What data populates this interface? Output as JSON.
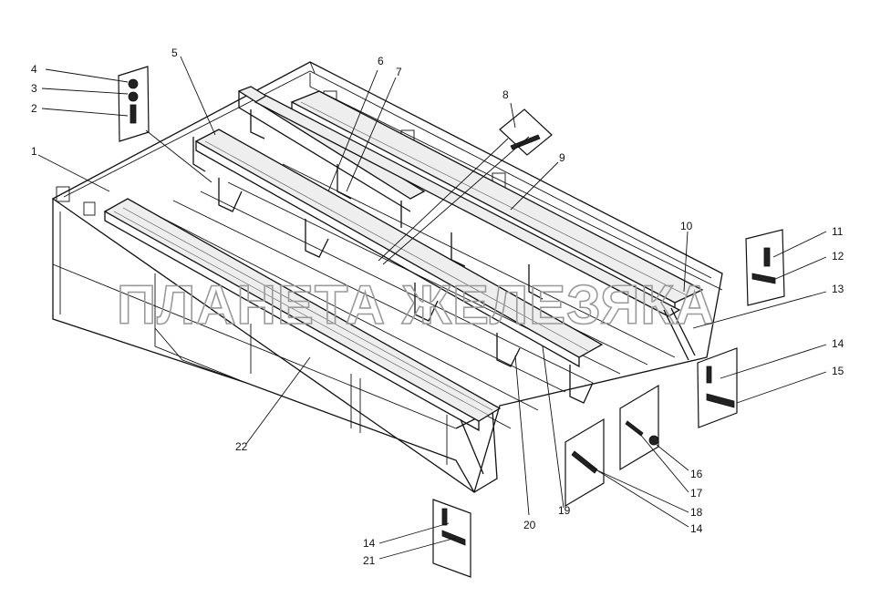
{
  "watermark": "ПЛАНЕТА ЖЕЛЕЗЯКА",
  "callouts": [
    "1",
    "2",
    "3",
    "4",
    "5",
    "6",
    "7",
    "8",
    "9",
    "10",
    "11",
    "12",
    "13",
    "14",
    "15",
    "16",
    "17",
    "18",
    "14",
    "20",
    "19",
    "22",
    "14",
    "21"
  ]
}
